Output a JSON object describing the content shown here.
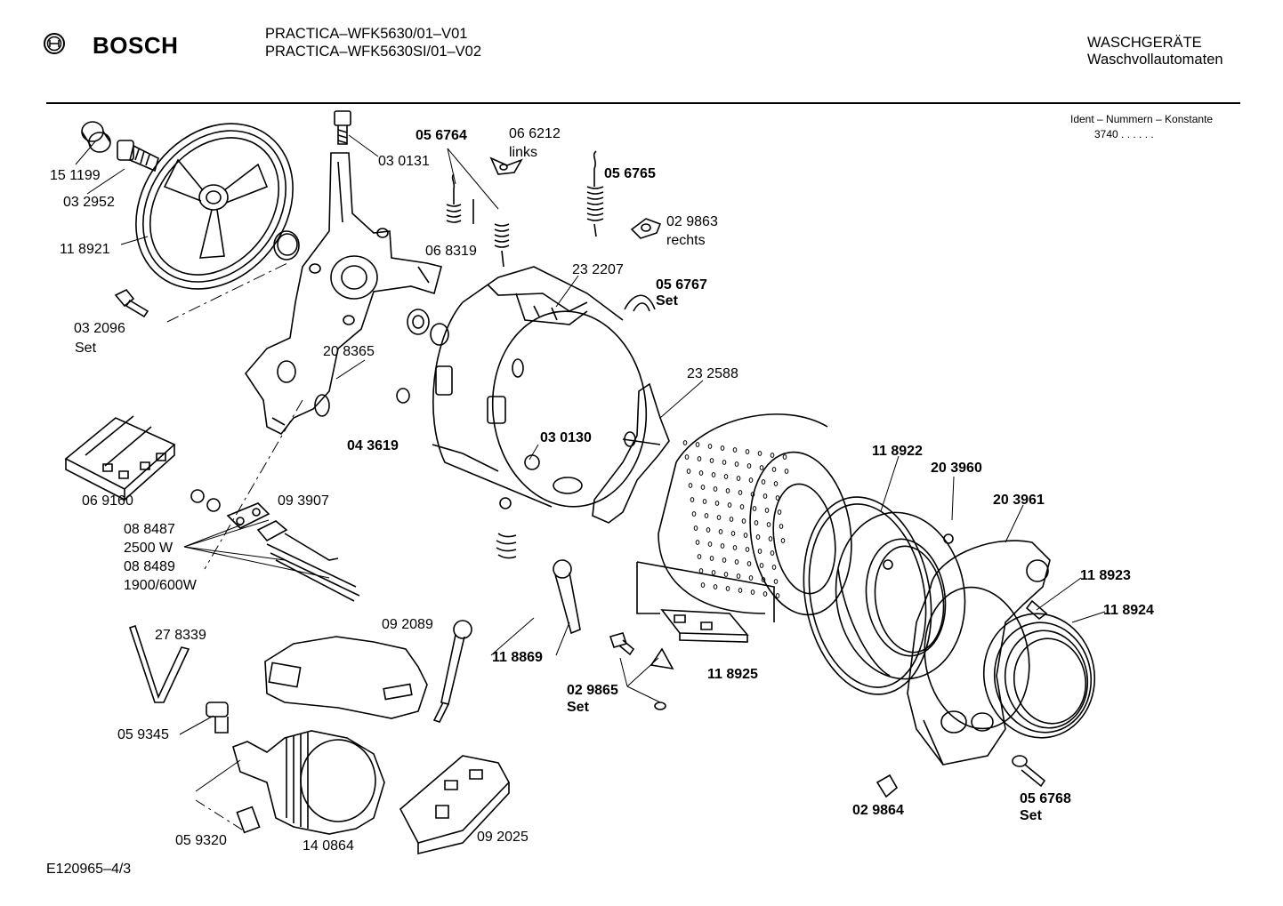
{
  "header": {
    "brand": "BOSCH",
    "model_line_1": "PRACTICA–WFK5630/01–V01",
    "model_line_2": "PRACTICA–WFK5630SI/01–V02",
    "category_line_1": "WASCHGERÄTE",
    "category_line_2": "Waschvollautomaten",
    "ident_label": "Ident – Nummern – Konstante",
    "ident_value": "3740 . . . . . ."
  },
  "footer": {
    "drawing_id": "E120965–4/3"
  },
  "parts": [
    {
      "id": "p151199",
      "text": "15 1199"
    },
    {
      "id": "p032952",
      "text": "03 2952"
    },
    {
      "id": "p118921",
      "text": "11 8921"
    },
    {
      "id": "p032096",
      "text": "03 2096"
    },
    {
      "id": "p032096set",
      "text": "Set"
    },
    {
      "id": "p030131",
      "text": "03 0131"
    },
    {
      "id": "p056764",
      "text": "05 6764"
    },
    {
      "id": "p066212",
      "text": "06 6212"
    },
    {
      "id": "p066212b",
      "text": "links"
    },
    {
      "id": "p056765",
      "text": "05 6765"
    },
    {
      "id": "p029863",
      "text": "02 9863"
    },
    {
      "id": "p029863b",
      "text": "rechts"
    },
    {
      "id": "p068319",
      "text": "06 8319"
    },
    {
      "id": "p232207",
      "text": "23 2207"
    },
    {
      "id": "p056767",
      "text": "05 6767"
    },
    {
      "id": "p056767set",
      "text": "Set"
    },
    {
      "id": "p208365",
      "text": "20 8365"
    },
    {
      "id": "p043619",
      "text": "04 3619"
    },
    {
      "id": "p030130",
      "text": "03 0130"
    },
    {
      "id": "p232588",
      "text": "23 2588"
    },
    {
      "id": "p069160",
      "text": "06 9160"
    },
    {
      "id": "p093907",
      "text": "09 3907"
    },
    {
      "id": "p088487",
      "text": "08 8487"
    },
    {
      "id": "p2500w",
      "text": "2500 W"
    },
    {
      "id": "p088489",
      "text": "08 8489"
    },
    {
      "id": "p1900w",
      "text": "1900/600W"
    },
    {
      "id": "p118922",
      "text": "11 8922"
    },
    {
      "id": "p203960",
      "text": "20 3960"
    },
    {
      "id": "p203961",
      "text": "20 3961"
    },
    {
      "id": "p118923",
      "text": "11 8923"
    },
    {
      "id": "p118924",
      "text": "11 8924"
    },
    {
      "id": "p278339",
      "text": "27 8339"
    },
    {
      "id": "p092089",
      "text": "09 2089"
    },
    {
      "id": "p118869",
      "text": "11 8869"
    },
    {
      "id": "p118925",
      "text": "11 8925"
    },
    {
      "id": "p029865",
      "text": "02 9865"
    },
    {
      "id": "p029865set",
      "text": "Set"
    },
    {
      "id": "p059345",
      "text": "05 9345"
    },
    {
      "id": "p059320",
      "text": "05 9320"
    },
    {
      "id": "p140864",
      "text": "14 0864"
    },
    {
      "id": "p092025",
      "text": "09 2025"
    },
    {
      "id": "p029864",
      "text": "02 9864"
    },
    {
      "id": "p056768",
      "text": "05 6768"
    },
    {
      "id": "p056768set",
      "text": "Set"
    }
  ]
}
